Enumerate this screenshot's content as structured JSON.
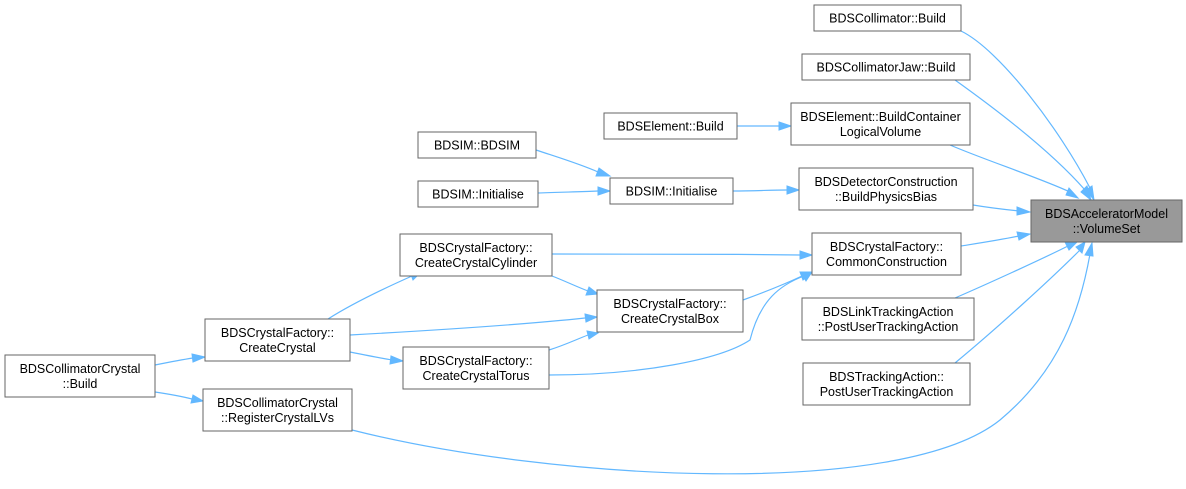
{
  "graph": {
    "accent_color": "#63b8ff",
    "target_fill": "#999999",
    "nodes": [
      {
        "id": "target",
        "lines": [
          "BDSAcceleratorModel",
          "::VolumeSet"
        ]
      },
      {
        "id": "collimator_build",
        "lines": [
          "BDSCollimator::Build"
        ]
      },
      {
        "id": "collimatorjaw_build",
        "lines": [
          "BDSCollimatorJaw::Build"
        ]
      },
      {
        "id": "element_buildcontainer",
        "lines": [
          "BDSElement::BuildContainer",
          "LogicalVolume"
        ]
      },
      {
        "id": "element_build",
        "lines": [
          "BDSElement::Build"
        ]
      },
      {
        "id": "detector_buildphysicsbias",
        "lines": [
          "BDSDetectorConstruction",
          "::BuildPhysicsBias"
        ]
      },
      {
        "id": "bdsim_initialise",
        "lines": [
          "BDSIM::Initialise"
        ]
      },
      {
        "id": "bdsim_bdsim",
        "lines": [
          "BDSIM::BDSIM"
        ]
      },
      {
        "id": "bdsim_initialise_caller",
        "lines": [
          "BDSIM::Initialise"
        ]
      },
      {
        "id": "crystal_commonconstruction",
        "lines": [
          "BDSCrystalFactory::",
          "CommonConstruction"
        ]
      },
      {
        "id": "crystal_createcylinder",
        "lines": [
          "BDSCrystalFactory::",
          "CreateCrystalCylinder"
        ]
      },
      {
        "id": "crystal_createbox",
        "lines": [
          "BDSCrystalFactory::",
          "CreateCrystalBox"
        ]
      },
      {
        "id": "crystal_createcrystal",
        "lines": [
          "BDSCrystalFactory::",
          "CreateCrystal"
        ]
      },
      {
        "id": "crystal_createtorus",
        "lines": [
          "BDSCrystalFactory::",
          "CreateCrystalTorus"
        ]
      },
      {
        "id": "collimatorcrystal_build",
        "lines": [
          "BDSCollimatorCrystal",
          "::Build"
        ]
      },
      {
        "id": "collimatorcrystal_register",
        "lines": [
          "BDSCollimatorCrystal",
          "::RegisterCrystalLVs"
        ]
      },
      {
        "id": "linktracking_post",
        "lines": [
          "BDSLinkTrackingAction",
          "::PostUserTrackingAction"
        ]
      },
      {
        "id": "tracking_post",
        "lines": [
          "BDSTrackingAction::",
          "PostUserTrackingAction"
        ]
      }
    ]
  }
}
